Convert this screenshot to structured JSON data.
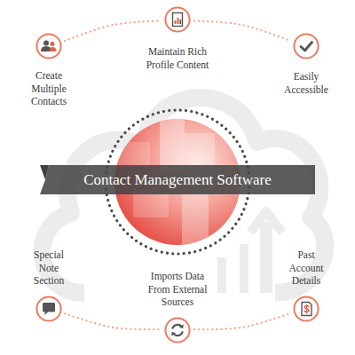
{
  "diagram": {
    "nodes": [
      {
        "text": [
          "Create Multiple Contacts"
        ]
      },
      {
        "text": [
          "Maintain Rich Profile Content"
        ]
      },
      {
        "text": [
          "Easily Accessible"
        ]
      },
      {
        "text": [
          "Contact Management Software"
        ]
      },
      {
        "text": [
          "Special Note Section"
        ]
      },
      {
        "text": [
          "Imports Data From External Sources"
        ]
      },
      {
        "text": [
          "Past Account Details"
        ]
      }
    ],
    "edges": [
      {
        "from": 0,
        "to": 1,
        "arrow": "none"
      },
      {
        "from": 1,
        "to": 2,
        "arrow": "none"
      },
      {
        "from": 4,
        "to": 5,
        "arrow": "none"
      },
      {
        "from": 5,
        "to": 6,
        "arrow": "none"
      }
    ]
  }
}
